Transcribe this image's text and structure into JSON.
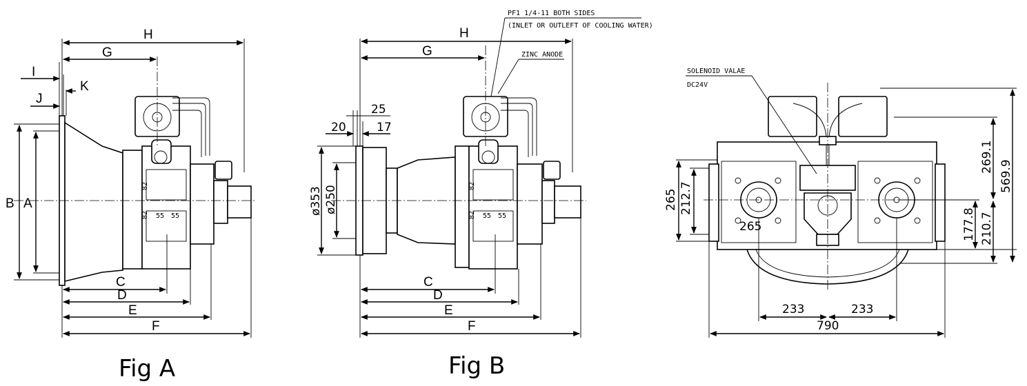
{
  "figure_a": {
    "caption": "Fig A",
    "labels": {
      "A": "A",
      "B": "B",
      "C": "C",
      "D": "D",
      "E": "E",
      "F": "F",
      "G": "G",
      "H": "H",
      "I": "I",
      "J": "J",
      "K": "K"
    },
    "bolt_labels": {
      "v1": "82",
      "v2": "82",
      "h1": "55",
      "h2": "55"
    }
  },
  "figure_b": {
    "caption": "Fig B",
    "labels": {
      "C": "C",
      "D": "D",
      "E": "E",
      "F": "F",
      "G": "G",
      "H": "H"
    },
    "dims": {
      "d25": "25",
      "d20": "20",
      "d17": "17",
      "dia353": "ø353",
      "dia250": "ø250"
    },
    "bolt_labels": {
      "h1": "55",
      "h2": "55",
      "v1": "82",
      "v2": "82"
    },
    "notes": {
      "cooling_1": "PF1 1/4-11 BOTH SIDES",
      "cooling_2": "(INLET OR OUTLEFT OF COOLING WATER)",
      "zinc": "ZINC ANODE"
    }
  },
  "figure_c": {
    "notes": {
      "solenoid_1": "SOLENOID VALAE",
      "solenoid_2": "DC24V"
    },
    "dims": {
      "h265": "265",
      "h212": "212.7",
      "w265": "265",
      "h269": "269.1",
      "h569": "569.9",
      "h177": "177.8",
      "h210": "210.7",
      "w233a": "233",
      "w233b": "233",
      "w790": "790"
    }
  }
}
